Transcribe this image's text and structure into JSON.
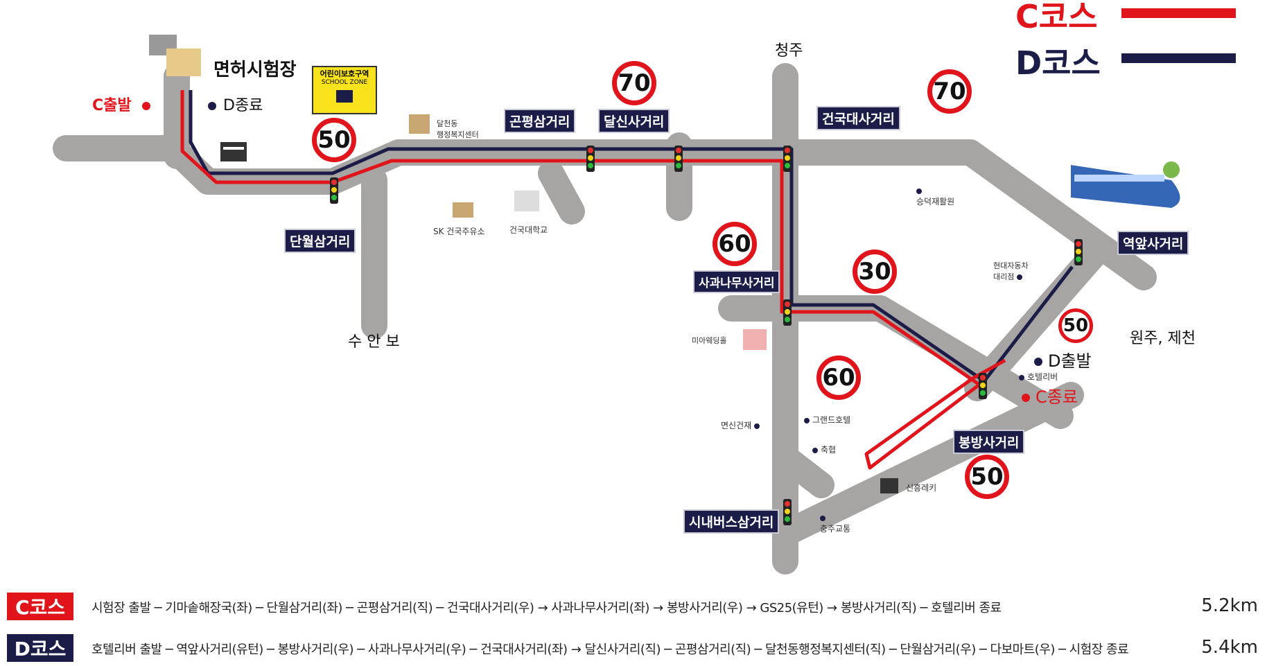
{
  "legend": {
    "c_label": "C코스",
    "d_label": "D코스",
    "c_color": "#e1141b",
    "d_color": "#1b1d48"
  },
  "places": {
    "test_center": "면허시험장",
    "c_start": "C출발",
    "d_end": "D종료",
    "d_start": "D출발",
    "c_end": "C종료",
    "cheongju": "청주",
    "suanbo": "수 안 보",
    "wonju": "원주, 제천",
    "dalcheon_center": "달천동\n행정복지센터",
    "sk_gas": "SK 건국주유소",
    "konkuk_univ": "건국대학교",
    "seungdeok": "승덕재활원",
    "hyundai": "현대자동차\n대리점",
    "hotel_river": "호텔리버",
    "mia_wedding": "미아웨딩홀",
    "myeonsin": "면신건재",
    "grand_hotel": "그랜드호텔",
    "chukjeong": "축협",
    "sinheung": "신흥레키",
    "chungju_traffic": "충주교통"
  },
  "school_zone": {
    "line1": "어린이보호구역",
    "line2": "SCHOOL ZONE"
  },
  "intersections": {
    "danwol": "단월삼거리",
    "gonpyeong": "곤평삼거리",
    "dalsin": "달신사거리",
    "konkukdae": "건국대사거리",
    "sagwanamu": "사과나무사거리",
    "yeokap": "역앞사거리",
    "bongbang": "봉방사거리",
    "sinaebus": "시내버스삼거리"
  },
  "speed_limits": {
    "s1": "50",
    "s2": "70",
    "s3": "70",
    "s4": "60",
    "s5": "30",
    "s6": "50",
    "s7": "60",
    "s8": "50"
  },
  "routes": [
    {
      "badge": "C코스",
      "color": "#e1141b",
      "desc": "시험장 출발 ─ 기마솥해장국(좌) ─ 단월삼거리(좌) ─ 곤평삼거리(직) ─ 건국대사거리(우) → 사과나무사거리(좌) → 봉방사거리(우) → GS25(유턴) → 봉방사거리(직) ─ 호텔리버 종료",
      "distance": "5.2km"
    },
    {
      "badge": "D코스",
      "color": "#1b1d48",
      "desc": "호텔리버 출발 ─ 역앞사거리(유턴) ─ 봉방사거리(우) ─ 사과나무사거리(우) ─ 건국대사거리(좌) → 달신사거리(직) ─ 곤평삼거리(직) ─ 달천동행정복지센터(직) ─ 단월삼거리(우) ─ 다보마트(우) ─ 시험장 종료",
      "distance": "5.4km"
    }
  ]
}
